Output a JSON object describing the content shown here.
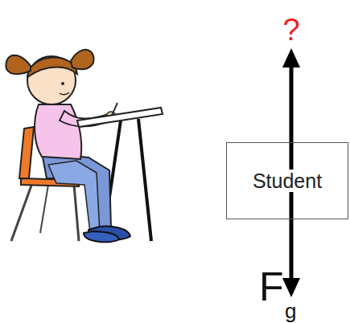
{
  "diagram": {
    "nodes": [
      {
        "text": [
          "Student"
        ]
      }
    ],
    "labels": [
      "?",
      "F",
      "g"
    ]
  }
}
